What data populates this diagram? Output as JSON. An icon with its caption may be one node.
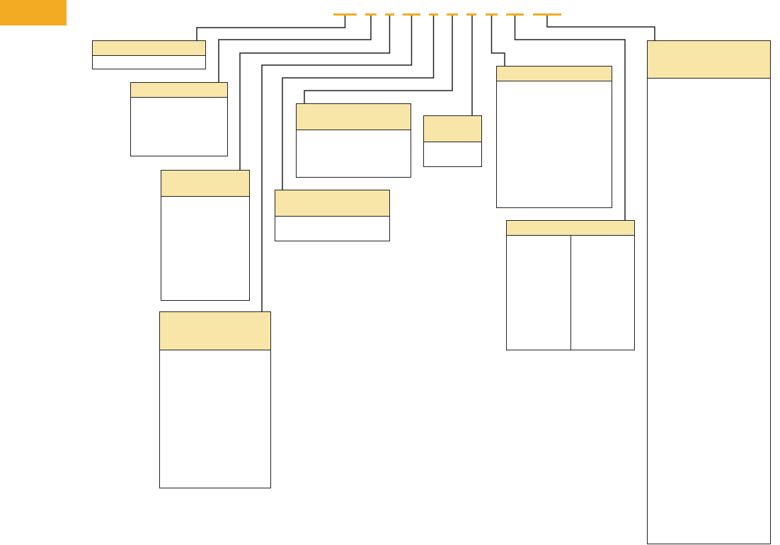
{
  "diagram": {
    "nodes": [
      {
        "text": [],
        "shape": "bar"
      },
      {
        "text": [],
        "shape": "bar"
      },
      {
        "text": [],
        "shape": "bar"
      },
      {
        "text": [],
        "shape": "bar"
      },
      {
        "text": [],
        "shape": "bar"
      },
      {
        "text": [],
        "shape": "bar"
      },
      {
        "text": [],
        "shape": "bar"
      },
      {
        "text": [],
        "shape": "bar"
      },
      {
        "text": [],
        "shape": "bar"
      },
      {
        "text": [],
        "shape": "bar"
      },
      {
        "text": [],
        "shape": "box"
      },
      {
        "text": [],
        "shape": "box"
      },
      {
        "text": [],
        "shape": "box"
      },
      {
        "text": [],
        "shape": "box"
      },
      {
        "text": [],
        "shape": "box"
      },
      {
        "text": [],
        "shape": "box"
      },
      {
        "text": [],
        "shape": "box"
      },
      {
        "text": [],
        "shape": "box"
      },
      {
        "text": [],
        "shape": "box"
      },
      {
        "text": [],
        "shape": "box"
      }
    ],
    "edges": [
      {
        "from": 0,
        "to": 10,
        "arrow": "none"
      },
      {
        "from": 1,
        "to": 11,
        "arrow": "none"
      },
      {
        "from": 2,
        "to": 12,
        "arrow": "none"
      },
      {
        "from": 3,
        "to": 13,
        "arrow": "none"
      },
      {
        "from": 4,
        "to": 14,
        "arrow": "none"
      },
      {
        "from": 5,
        "to": 15,
        "arrow": "none"
      },
      {
        "from": 6,
        "to": 16,
        "arrow": "none"
      },
      {
        "from": 7,
        "to": 17,
        "arrow": "none"
      },
      {
        "from": 8,
        "to": 18,
        "arrow": "none"
      },
      {
        "from": 9,
        "to": 19,
        "arrow": "none"
      }
    ]
  }
}
